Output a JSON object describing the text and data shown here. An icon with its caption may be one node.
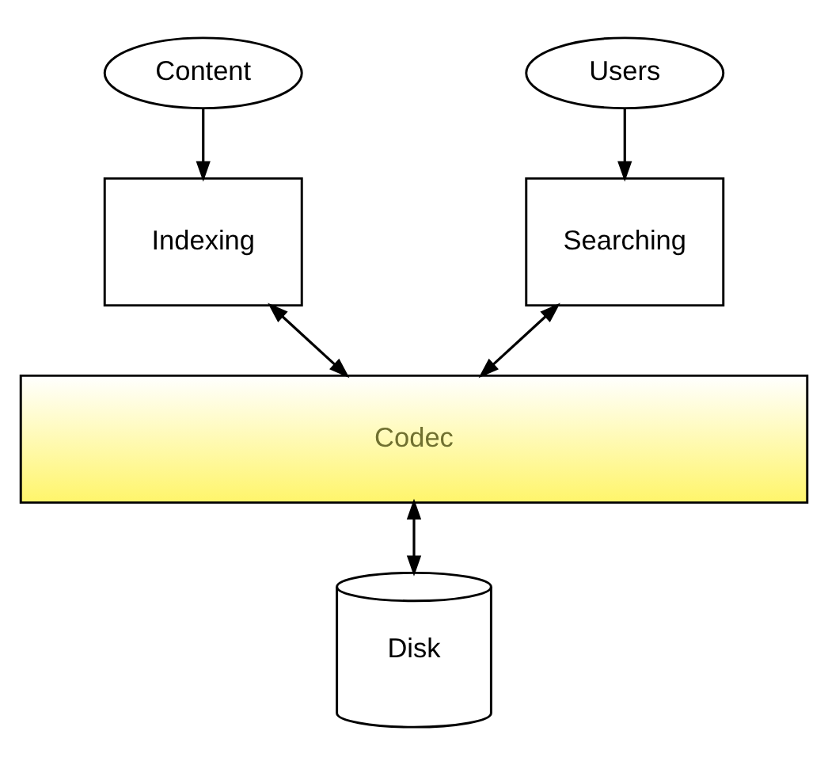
{
  "diagram": {
    "nodes": [
      {
        "text": [
          "Content"
        ]
      },
      {
        "text": [
          "Users"
        ]
      },
      {
        "text": [
          "Indexing"
        ]
      },
      {
        "text": [
          "Searching"
        ]
      },
      {
        "text": [
          "Codec"
        ]
      },
      {
        "text": [
          "Disk"
        ]
      }
    ],
    "edges": [
      {
        "from": 0,
        "to": 2,
        "arrow": "to"
      },
      {
        "from": 1,
        "to": 3,
        "arrow": "to"
      },
      {
        "from": 2,
        "to": 4,
        "arrow": "both"
      },
      {
        "from": 3,
        "to": 4,
        "arrow": "both"
      },
      {
        "from": 4,
        "to": 5,
        "arrow": "both"
      }
    ]
  }
}
